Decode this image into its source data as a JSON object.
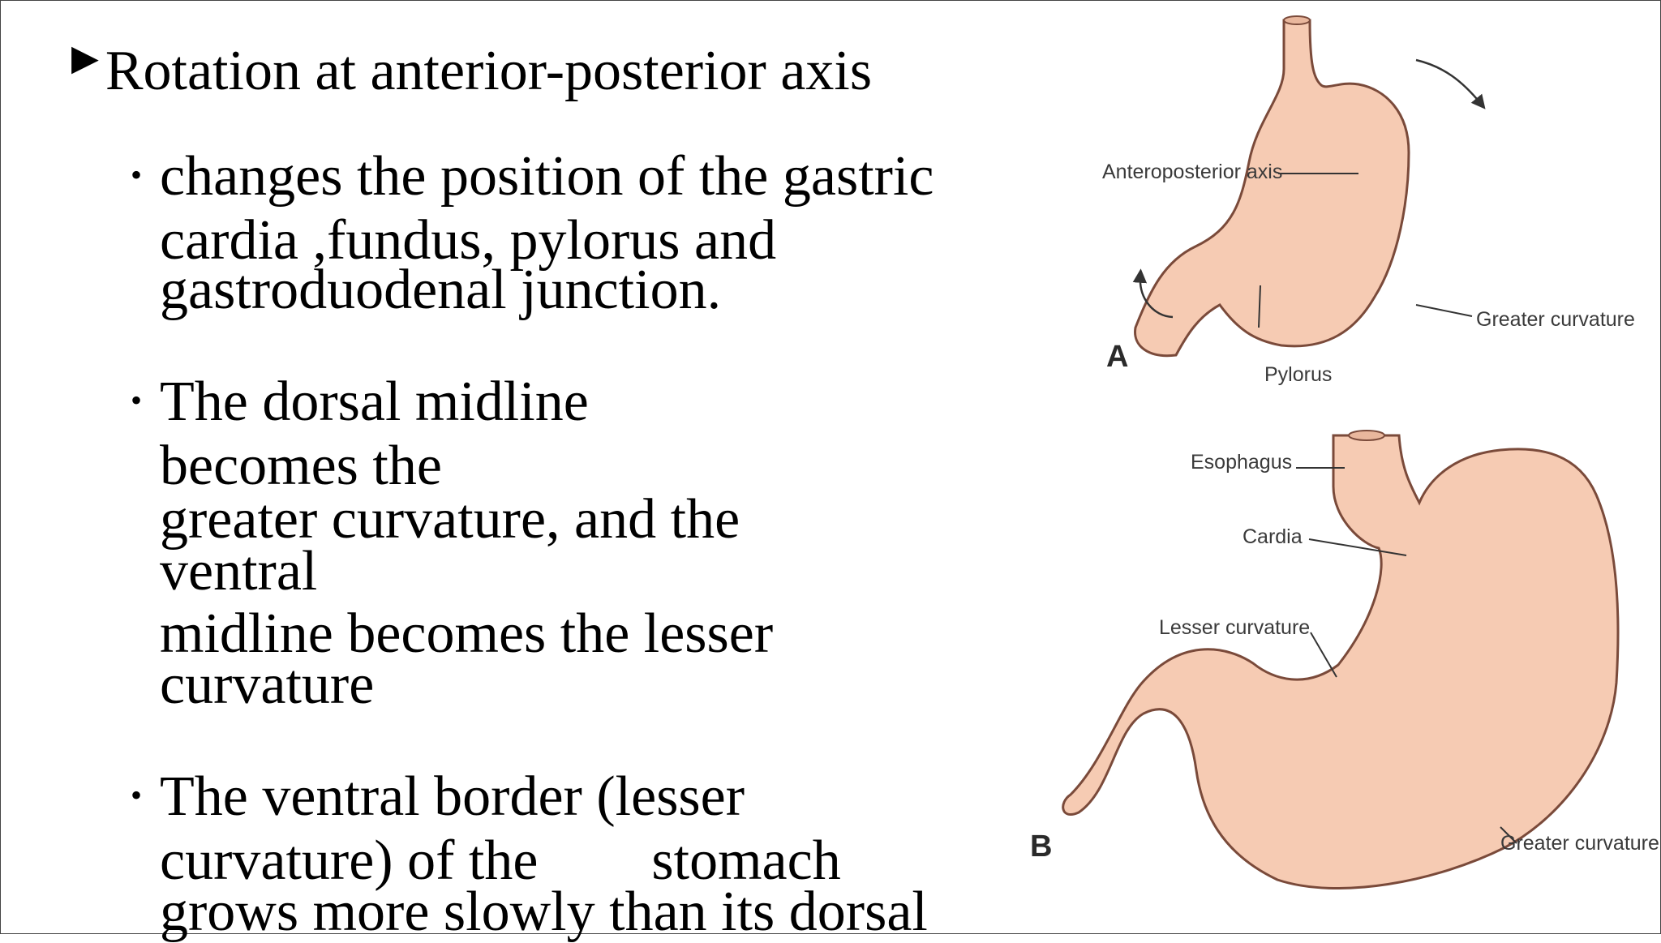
{
  "slide": {
    "title": "Rotation at anterior-posterior axis",
    "bullets": [
      {
        "lines": [
          "changes the position of the gastric",
          "cardia ,fundus, pylorus and",
          "gastroduodenal junction."
        ]
      },
      {
        "lines": [
          "The dorsal midline",
          "becomes the",
          "greater curvature, and the",
          "ventral",
          "midline becomes the lesser",
          "curvature"
        ]
      },
      {
        "lines": [
          "The ventral border (lesser",
          "curvature) of the        stomach",
          "grows more slowly than its dorsal"
        ]
      }
    ]
  },
  "figure": {
    "panel_a": {
      "letter": "A",
      "labels": {
        "axis": "Anteroposterior axis",
        "greater": "Greater curvature",
        "pylorus": "Pylorus"
      }
    },
    "panel_b": {
      "letter": "B",
      "labels": {
        "esophagus": "Esophagus",
        "cardia": "Cardia",
        "lesser": "Lesser curvature",
        "greater": "Greater curvature"
      }
    },
    "colors": {
      "stomach_fill": "#f6cbb3",
      "stomach_outline": "#7a4a3a",
      "label_text": "#3a3a3a"
    }
  }
}
